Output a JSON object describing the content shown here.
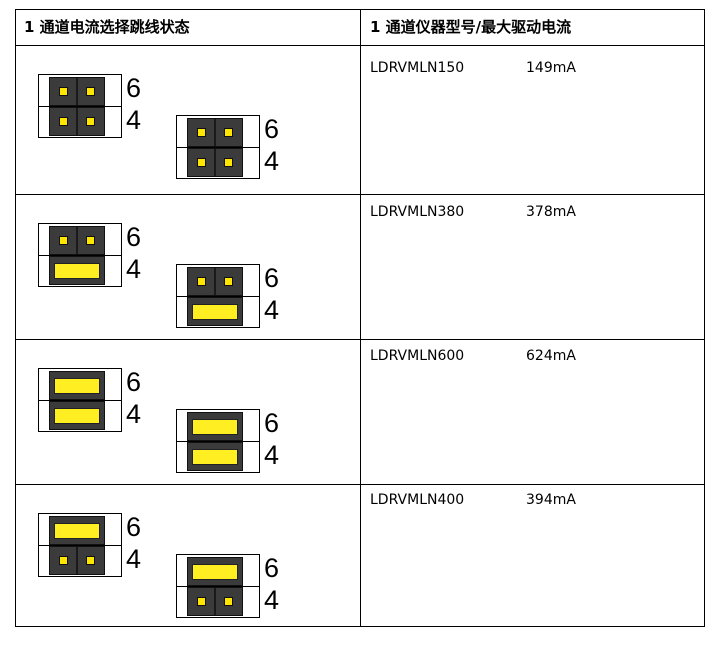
{
  "table": {
    "headers": [
      "1 通道电流选择跳线状态",
      "1 通道仪器型号/最大驱动电流"
    ],
    "rows": [
      {
        "model": "LDRVMLN150",
        "current": "149mA",
        "top_state": [
          "open",
          "open"
        ],
        "bottom_state": [
          "open",
          "open"
        ]
      },
      {
        "model": "LDRVMLN380",
        "current": "378mA",
        "top_state": [
          "open",
          "closed"
        ],
        "bottom_state": [
          "open",
          "closed"
        ]
      },
      {
        "model": "LDRVMLN600",
        "current": "624mA",
        "top_state": [
          "closed",
          "closed"
        ],
        "bottom_state": [
          "closed",
          "closed"
        ]
      },
      {
        "model": "LDRVMLN400",
        "current": "394mA",
        "top_state": [
          "closed",
          "open"
        ],
        "bottom_state": [
          "closed",
          "open"
        ]
      }
    ],
    "pin_labels": [
      "6",
      "4"
    ]
  },
  "colors": {
    "jumper_cap": "#ffee22",
    "pin": "#ffe600",
    "header_block": "#3b3b3b"
  }
}
